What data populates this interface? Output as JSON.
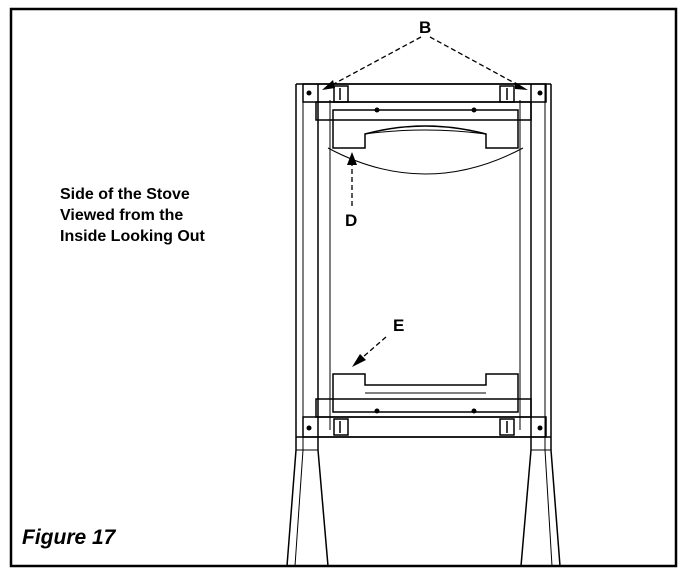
{
  "caption": "Side of the Stove\nViewed from the\nInside Looking Out",
  "figure_label": "Figure 17",
  "callouts": {
    "b": "B",
    "d": "D",
    "e": "E"
  },
  "colors": {
    "line": "#000000",
    "background": "#ffffff"
  }
}
